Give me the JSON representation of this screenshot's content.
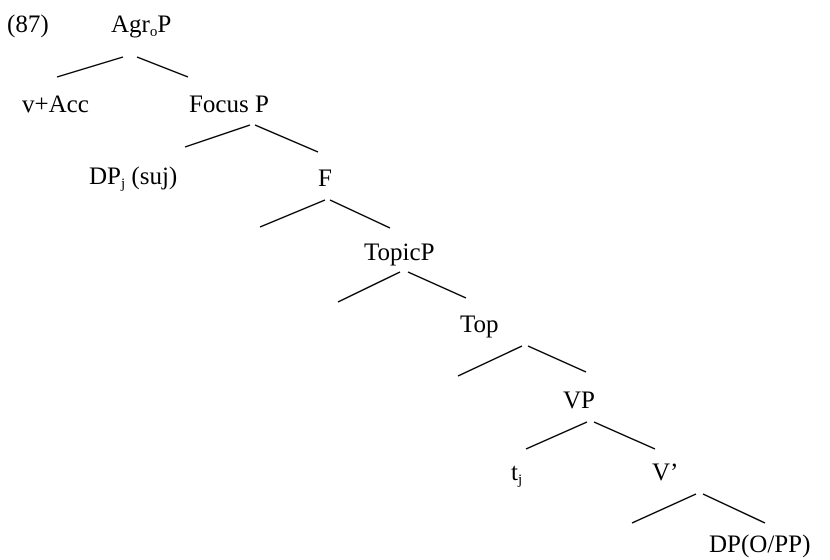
{
  "example_number": "(87)",
  "nodes": {
    "agrop": {
      "base": "Agr",
      "sub": "o",
      "tail": "P"
    },
    "v_acc": {
      "base": "v+Acc",
      "sub": "",
      "tail": ""
    },
    "focusp": {
      "base": "Focus P",
      "sub": "",
      "tail": ""
    },
    "dp_suj": {
      "base": "DP",
      "sub": "j",
      "tail": " (suj)"
    },
    "f": {
      "base": "F",
      "sub": "",
      "tail": ""
    },
    "topicp": {
      "base": "TopicP",
      "sub": "",
      "tail": ""
    },
    "top": {
      "base": "Top",
      "sub": "",
      "tail": ""
    },
    "vp": {
      "base": "VP",
      "sub": "",
      "tail": ""
    },
    "trace": {
      "base": "t",
      "sub": "j",
      "tail": ""
    },
    "vbar": {
      "base": "V’",
      "sub": "",
      "tail": ""
    },
    "dp_obj": {
      "base": "DP(O/PP)",
      "sub": "",
      "tail": ""
    }
  },
  "colors": {
    "ink": "#000000",
    "background": "#ffffff"
  }
}
